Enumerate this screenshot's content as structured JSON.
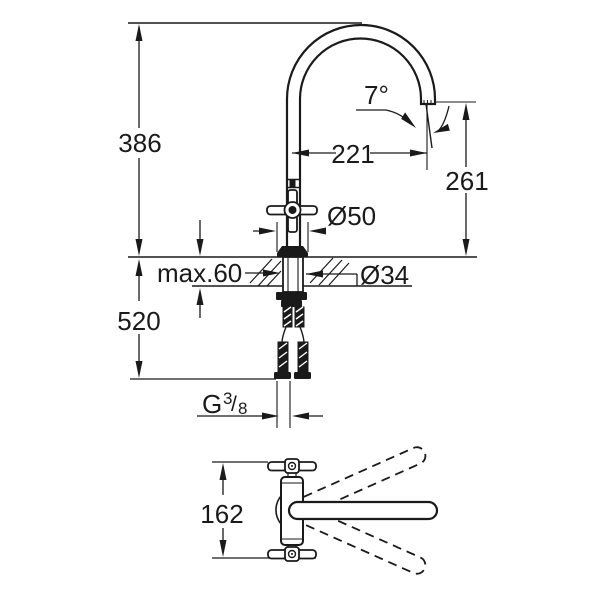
{
  "drawing": {
    "subject": "kitchen-faucet-technical-dimension-drawing",
    "colors": {
      "line": "#1a1a1a",
      "background": "#ffffff"
    },
    "dimensions": {
      "total_height": "386",
      "height_below_counter": "520",
      "spout_reach": "221",
      "outlet_height": "261",
      "outlet_angle": "7°",
      "base_diameter": "Ø50",
      "hole_diameter": "Ø34",
      "max_deck_thickness": "max.60",
      "handle_span_top_view": "162",
      "thread": {
        "g": "G",
        "numerator": "3",
        "slash": "/",
        "denominator": "8"
      }
    }
  }
}
